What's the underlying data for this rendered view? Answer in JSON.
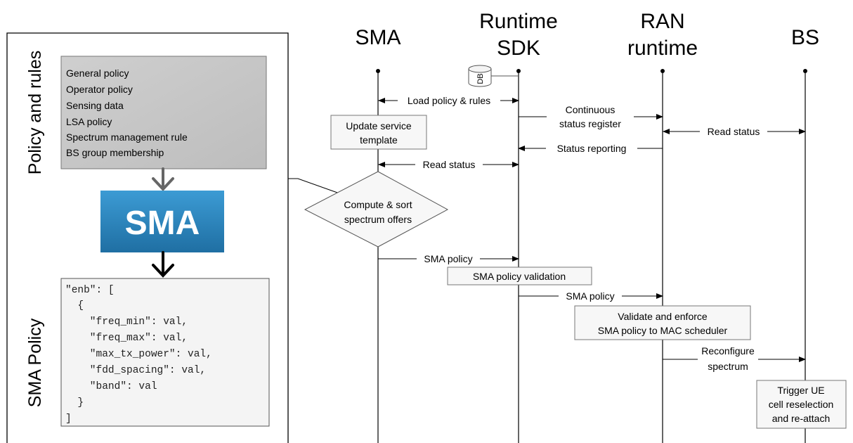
{
  "left_panel": {
    "policy_rules_label": "Policy and rules",
    "inputs": [
      "General policy",
      "Operator policy",
      "Sensing data",
      "LSA policy",
      "Spectrum management rule",
      "BS group membership"
    ],
    "sma_label": "SMA",
    "sma_box_color": "#2f87bf",
    "sma_policy_label": "SMA Policy",
    "code_lines": [
      "\"enb\": [",
      "  {",
      "    \"freq_min\": val,",
      "    \"freq_max\": val,",
      "    \"max_tx_power\": val,",
      "    \"fdd_spacing\": val,",
      "    \"band\": val",
      "  }",
      "]"
    ]
  },
  "lifelines": {
    "sma": [
      "SMA"
    ],
    "sdk": [
      "Runtime",
      "SDK"
    ],
    "ran": [
      "RAN",
      "runtime"
    ],
    "bs": [
      "BS"
    ]
  },
  "db_label": "DB",
  "messages": {
    "load_policy": "Load policy & rules",
    "continuous_status": [
      "Continuous",
      "status register"
    ],
    "read_status_bs": "Read status",
    "status_reporting": "Status reporting",
    "read_status_sma": "Read status",
    "sma_policy_1": "SMA policy",
    "sma_policy_2": "SMA policy",
    "reconfigure": [
      "Reconfigure",
      "spectrum"
    ]
  },
  "activities": {
    "update_template": [
      "Update service",
      "template"
    ],
    "compute_sort": [
      "Compute & sort",
      "spectrum offers"
    ],
    "policy_validation": "SMA policy validation",
    "validate_enforce": [
      "Validate and enforce",
      "SMA policy to MAC scheduler"
    ],
    "trigger_ue": [
      "Trigger UE",
      "cell reselection",
      "and re-attach"
    ]
  }
}
